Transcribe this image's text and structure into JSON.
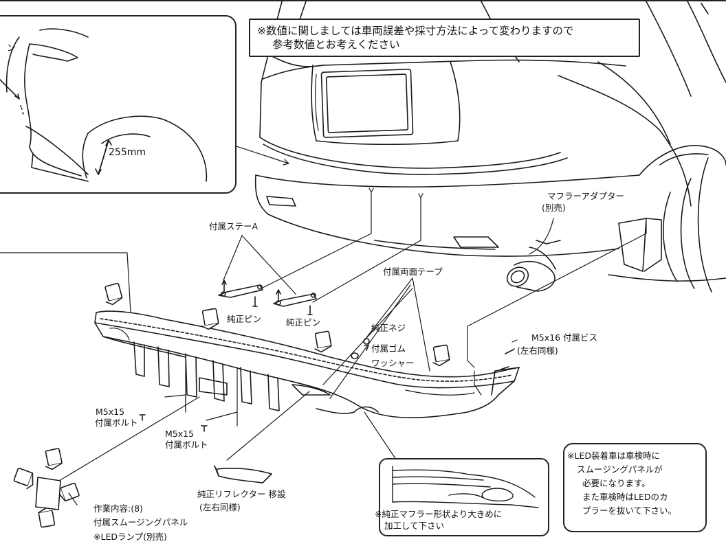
{
  "notice": {
    "line1": "※数値に関しましては車両誤差や採寸方法によって変わりますので",
    "line2": "参考数値とお考えください"
  },
  "detail": {
    "pin_label_fragment": "ン",
    "dimension": "255mm"
  },
  "labels": {
    "stay_a": "付属ステーA",
    "pin_left": "純正ピン",
    "pin_right": "純正ピン",
    "double_tape": "付属両面テープ",
    "muffler_adapter": "マフラーアダプター",
    "muffler_adapter_note": "(別売)",
    "screw": "純正ネジ",
    "rubber_washer_1": "付属ゴム",
    "rubber_washer_2": "ワッシャー",
    "m5x16": "M5x16 付属ビス",
    "m5x16_note": "(左右同様)",
    "bolt_a_size": "M5x15",
    "bolt_a_name": "付属ボルト",
    "bolt_b_size": "M5x15",
    "bolt_b_name": "付属ボルト",
    "reflector": "純正リフレクター 移設",
    "reflector_note": "(左右同様)",
    "work": "作業内容:(8)",
    "panel": "付属スムージングパネル",
    "led_lamp": "※LEDランプ(別売)"
  },
  "muffler_note": {
    "line1": "※純正マフラー形状より大きめに",
    "line2": "加工して下さい"
  },
  "led_note": {
    "line1": "※LED装着車は車検時に",
    "line2": "スムージングパネルが",
    "line3": "必要になります。",
    "line4": "また車検時はLEDのカ",
    "line5": "プラーを抜いて下さい。"
  }
}
